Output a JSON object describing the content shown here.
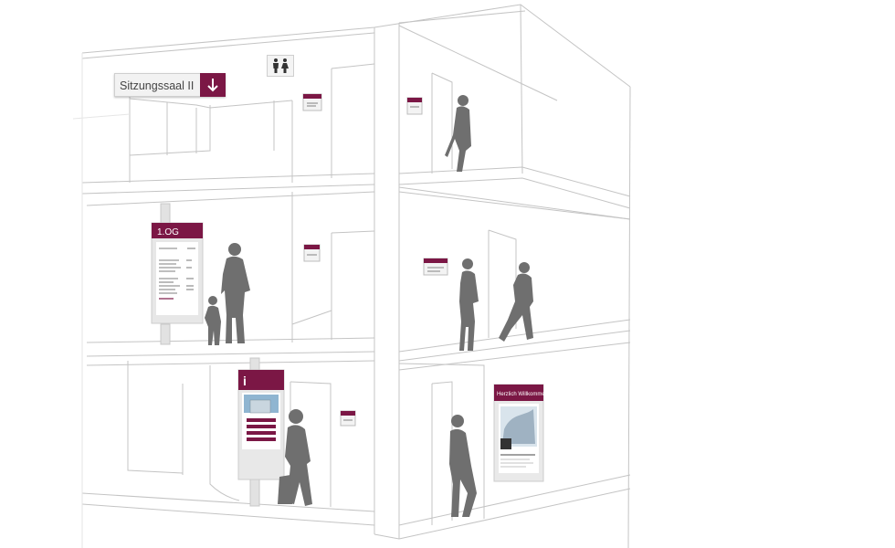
{
  "signs": {
    "room_sign": {
      "label": "Sitzungssaal II",
      "icon": "arrow-down-icon"
    },
    "restroom_sign": {
      "icon": "restroom-icon"
    },
    "floor_directory": {
      "header": "1.OG"
    },
    "info_stele": {
      "header": "i"
    },
    "welcome_poster": {
      "header": "Herzlich Willkommen"
    }
  },
  "colors": {
    "accent": "#7b1745",
    "line": "#bdbdbd",
    "silhouette": "#6f6f6f",
    "sign_bg": "#f2f2f2"
  }
}
